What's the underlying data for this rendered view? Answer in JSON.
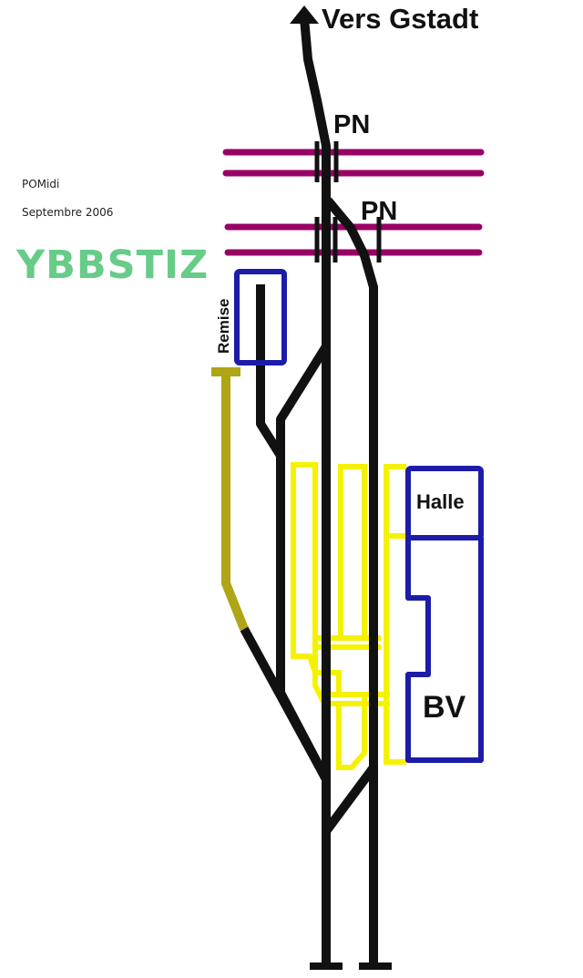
{
  "header": {
    "author": "POMidi",
    "date": "Septembre 2006",
    "station_name": "YBBSTIZ"
  },
  "labels": {
    "direction": "Vers Gstadt",
    "level_crossing_1": "PN",
    "level_crossing_2": "PN",
    "engine_shed": "Remise",
    "goods_hall": "Halle",
    "station_building": "BV"
  },
  "colors": {
    "track": "#111111",
    "road": "#990066",
    "building": "#1c1ca8",
    "platform": "#f5f200",
    "siding": "#b0a516",
    "title_green": "#66cc88"
  }
}
